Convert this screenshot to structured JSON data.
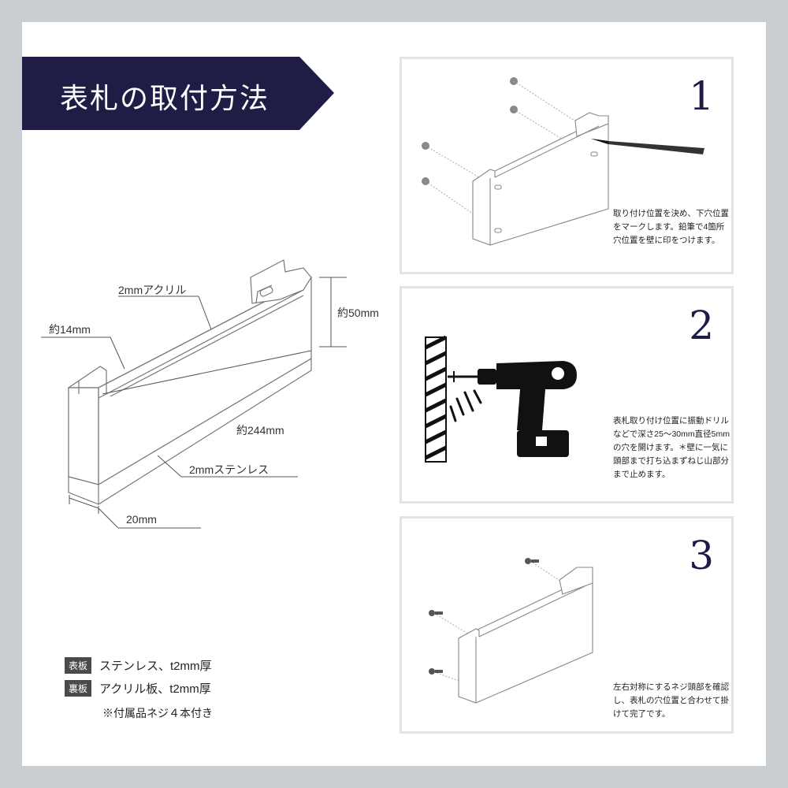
{
  "title": "表札の取付方法",
  "dimensions": {
    "acrylic": "2mmアクリル",
    "depth_top": "約14mm",
    "height": "約50mm",
    "length": "約244mm",
    "stainless": "2mmステンレス",
    "depth_bottom": "20mm"
  },
  "specs": [
    {
      "tag": "表板",
      "text": "ステンレス、t2mm厚"
    },
    {
      "tag": "裏板",
      "text": "アクリル板、t2mm厚"
    }
  ],
  "note": "※付属品ネジ４本付き",
  "steps": [
    {
      "number": "1",
      "text": "取り付け位置を決め、下穴位置をマークします。鉛筆で4箇所穴位置を壁に印をつけます。"
    },
    {
      "number": "2",
      "text": "表札取り付け位置に振動ドリルなどで深さ25〜30mm直径5mmの穴を開けます。＊壁に一気に頭部まで打ち込まずねじ山部分まで止めます。"
    },
    {
      "number": "3",
      "text": "左右対称にするネジ頭部を確認し、表札の穴位置と合わせて掛けて完了です。"
    }
  ],
  "colors": {
    "banner": "#1f1d45",
    "number": "#1c1c46",
    "border": "#dfe4e7",
    "tag": "#4a4a4a"
  }
}
